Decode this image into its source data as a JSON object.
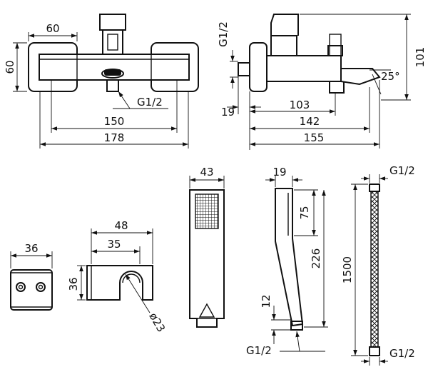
{
  "figures": {
    "mixer_front": {
      "width_flange": "60",
      "height_flange": "60",
      "thread": "G1/2",
      "centers": "150",
      "overall": "178"
    },
    "mixer_side": {
      "thread": "G1/2",
      "height": "101",
      "angle": "25°",
      "wall_offset": "19",
      "spout_reach": "103",
      "depth_a": "142",
      "depth_b": "155"
    },
    "wall_plate": {
      "width": "36"
    },
    "holder": {
      "width_outer": "48",
      "width_inner": "35",
      "height": "36",
      "bore": "ø23"
    },
    "hand_shower": {
      "width": "43"
    },
    "side_shower": {
      "depth": "19",
      "head_length": "75",
      "total_length": "226",
      "neck": "12",
      "thread": "G1/2"
    },
    "hose": {
      "length": "1500",
      "thread_top": "G1/2",
      "thread_bottom": "G1/2"
    }
  }
}
